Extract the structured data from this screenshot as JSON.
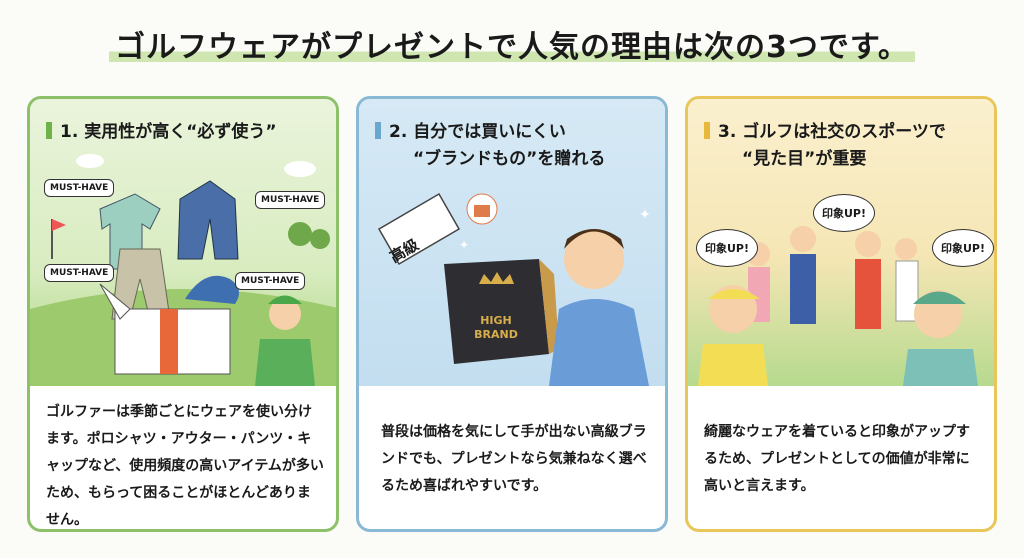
{
  "title": "ゴルフウェアがプレゼントで人気の理由は次の3つです。",
  "cards": [
    {
      "heading_line1": "1. 実用性が高く“必ず使う”",
      "heading_line2": "",
      "badges": [
        "MUST-HAVE",
        "MUST-HAVE",
        "MUST-HAVE",
        "MUST-HAVE"
      ],
      "body": "ゴルファーは季節ごとにウェアを使い分けます。ポロシャツ・アウター・パンツ・キャップなど、使用頻度の高いアイテムが多いため、もらって困ることがほとんどありません。",
      "accent": "#6db34a"
    },
    {
      "heading_line1": "2. 自分では買いにくい",
      "heading_line2": "“ブランドもの”を贈れる",
      "tag": "高級",
      "bag_text": "HIGH BRAND",
      "body": "普段は価格を気にして手が出ない高級ブランドでも、プレゼントなら気兼ねなく選べるため喜ばれやすいです。",
      "accent": "#6aa7cf"
    },
    {
      "heading_line1": "3. ゴルフは社交のスポーツで",
      "heading_line2": "“見た目”が重要",
      "badges": [
        "印象UP!",
        "印象UP!",
        "印象UP!"
      ],
      "body": "綺麗なウェアを着ていると印象がアップするため、プレゼントとしての価値が非常に高いと言えます。",
      "accent": "#e8b83a"
    }
  ]
}
